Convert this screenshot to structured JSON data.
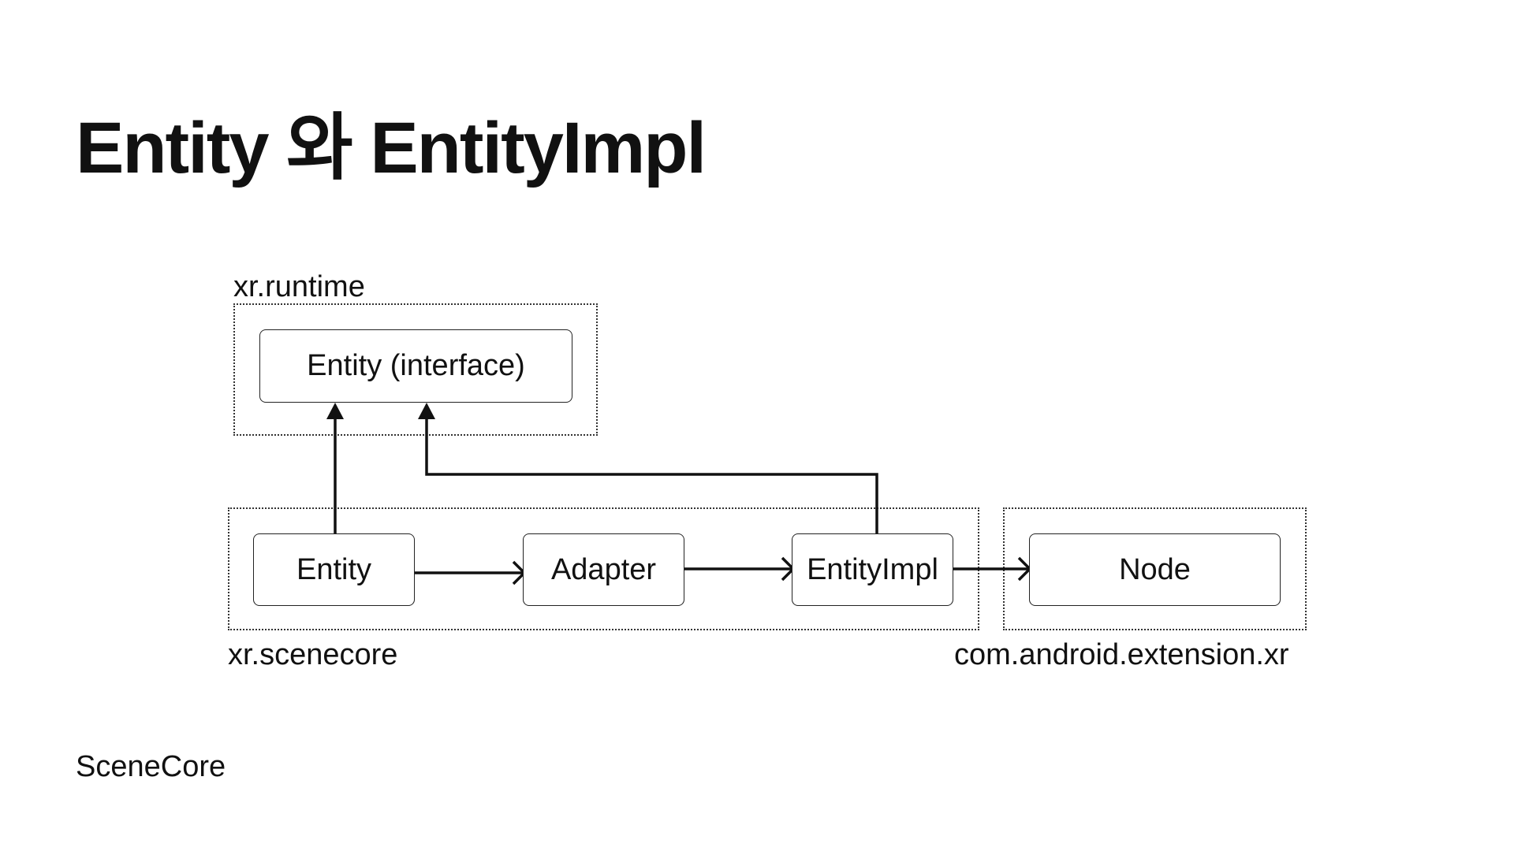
{
  "title": "Entity 와 EntityImpl",
  "footer": "SceneCore",
  "packages": {
    "runtime": "xr.runtime",
    "scenecore": "xr.scenecore",
    "extension": "com.android.extension.xr"
  },
  "nodes": {
    "entity_interface": "Entity (interface)",
    "entity": "Entity",
    "adapter": "Adapter",
    "entity_impl": "EntityImpl",
    "node": "Node"
  },
  "edges": [
    {
      "from": "entity",
      "to": "entity_interface",
      "arrowhead": "filled-triangle"
    },
    {
      "from": "entity_impl",
      "to": "entity_interface",
      "arrowhead": "filled-triangle"
    },
    {
      "from": "entity",
      "to": "adapter",
      "arrowhead": "open"
    },
    {
      "from": "adapter",
      "to": "entity_impl",
      "arrowhead": "open"
    },
    {
      "from": "entity_impl",
      "to": "node",
      "arrowhead": "open"
    }
  ],
  "colors": {
    "background": "#ffffff",
    "text": "#111111",
    "stroke": "#111111"
  }
}
